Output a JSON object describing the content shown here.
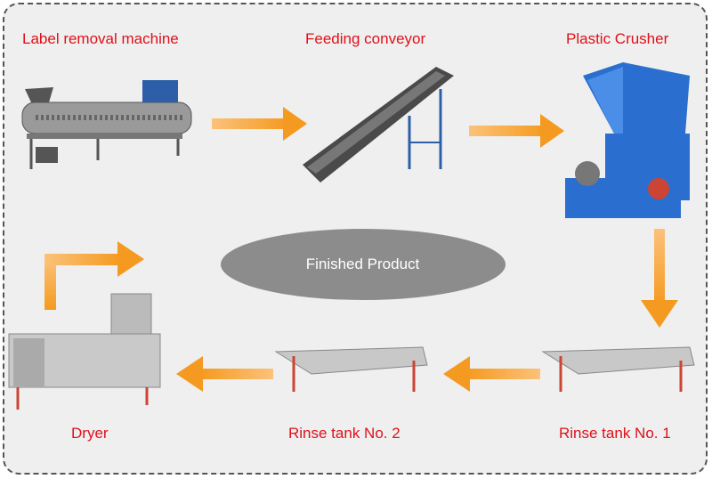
{
  "labels": {
    "label_removal": "Label removal machine",
    "feeding_conveyor": "Feeding conveyor",
    "plastic_crusher": "Plastic Crusher",
    "rinse_tank_1": "Rinse tank No. 1",
    "rinse_tank_2": "Rinse tank No. 2",
    "dryer": "Dryer",
    "finished_product": "Finished Product"
  },
  "colors": {
    "label": "#e0101a",
    "arrow": "#f7a030",
    "ellipse": "#8c8c8c",
    "background": "#efefef"
  }
}
